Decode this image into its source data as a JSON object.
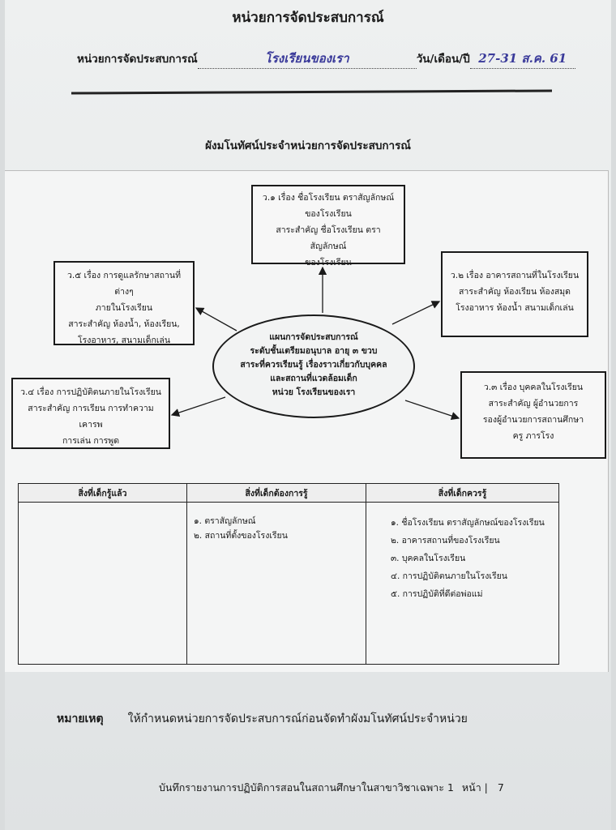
{
  "header": {
    "title": "หน่วยการจัดประสบการณ์",
    "unit_label": "หน่วยการจัดประสบการณ์",
    "unit_value": "โรงเรียนของเรา",
    "date_label": "วัน/เดือน/ปี",
    "date_value": "27-31 ส.ค. 61"
  },
  "subtitle": "ผังมโนทัศน์ประจำหน่วยการจัดประสบการณ์",
  "diagram": {
    "center": {
      "line1": "แผนการจัดประสบการณ์",
      "line2": "ระดับชั้นเตรียมอนุบาล อายุ ๓ ขวบ",
      "line3": "สาระที่ควรเรียนรู้ เรื่องราวเกี่ยวกับบุคคล",
      "line4": "และสถานที่แวดล้อมเด็ก",
      "line5": "หน่วย โรงเรียนของเรา"
    },
    "box1": {
      "line1": "ว.๑ เรื่อง ชื่อโรงเรียน ตราสัญลักษณ์",
      "line2": "ของโรงเรียน",
      "line3": "สาระสำคัญ ชื่อโรงเรียน ตราสัญลักษณ์",
      "line4": "ของโรงเรียน"
    },
    "box2": {
      "line1": "ว.๒ เรื่อง อาคารสถานที่ในโรงเรียน",
      "line2": "สาระสำคัญ ห้องเรียน ห้องสมุด",
      "line3": "โรงอาหาร ห้องน้ำ สนามเด็กเล่น"
    },
    "box3": {
      "line1": "ว.๓ เรื่อง บุคคลในโรงเรียน",
      "line2": "สาระสำคัญ ผู้อำนวยการ",
      "line3": "รองผู้อำนวยการสถานศึกษา",
      "line4": "ครู ภารโรง"
    },
    "box4": {
      "line1": "ว.๔ เรื่อง การปฏิบัติตนภายในโรงเรียน",
      "line2": "สาระสำคัญ การเรียน การทำความเคารพ",
      "line3": "การเล่น การพูด"
    },
    "box5": {
      "line1": "ว.๕ เรื่อง การดูแลรักษาสถานที่ต่างๆ",
      "line2": "ภายในโรงเรียน",
      "line3": "สาระสำคัญ ห้องน้ำ, ห้องเรียน,",
      "line4": "โรงอาหาร, สนามเด็กเล่น"
    }
  },
  "table": {
    "headers": [
      "สิ่งที่เด็กรู้แล้ว",
      "สิ่งที่เด็กต้องการรู้",
      "สิ่งที่เด็กควรรู้"
    ],
    "col1": [],
    "col2": [
      "๑. ตราสัญลักษณ์",
      "๒. สถานที่ตั้งของโรงเรียน"
    ],
    "col3": [
      "๑.   ชื่อโรงเรียน ตราสัญลักษณ์ของโรงเรียน",
      "๒.   อาคารสถานที่ของโรงเรียน",
      "๓.   บุคคลในโรงเรียน",
      "๔.   การปฏิบัติตนภายในโรงเรียน",
      "๕.   การปฏิบัติที่ดีต่อพ่อแม่"
    ]
  },
  "note": {
    "label": "หมายเหตุ",
    "text": "ให้กำหนดหน่วยการจัดประสบการณ์ก่อนจัดทำผังมโนทัศน์ประจำหน่วย"
  },
  "footer": {
    "text": "บันทึกรายงานการปฏิบัติการสอนในสถานศึกษาในสาขาวิชาเฉพาะ 1",
    "page_label": "หน้า |",
    "page_number": "7"
  }
}
